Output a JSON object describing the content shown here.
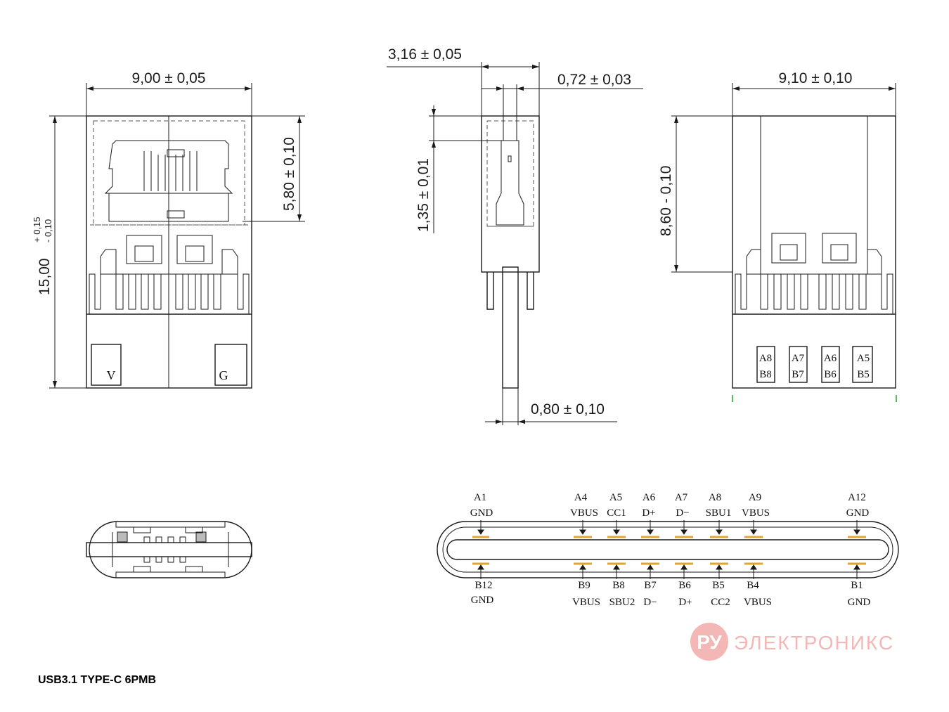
{
  "front_view": {
    "width_dim": "9,00 ± 0,05",
    "height_dim": "15,00",
    "height_tol_plus": "+ 0,15",
    "height_tol_minus": "- 0,10",
    "inner_dim": "5,80 ± 0,10",
    "pad_v": "V",
    "pad_g": "G"
  },
  "side_view": {
    "thickness_dim": "3,16 ± 0,05",
    "pin_dim": "0,72 ± 0,03",
    "offset_dim": "1,35 ± 0,01",
    "lead_dim": "0,80 ± 0,10"
  },
  "rear_view": {
    "width_dim": "9,10 ± 0,10",
    "height_dim": "8,60 - 0,10",
    "pads": [
      {
        "top": "A8",
        "bottom": "B8"
      },
      {
        "top": "A7",
        "bottom": "B7"
      },
      {
        "top": "A6",
        "bottom": "B6"
      },
      {
        "top": "A5",
        "bottom": "B5"
      }
    ]
  },
  "pinout": {
    "top_row": [
      {
        "pin": "A1",
        "signal": "GND"
      },
      {
        "pin": "A4",
        "signal": "VBUS"
      },
      {
        "pin": "A5",
        "signal": "CC1"
      },
      {
        "pin": "A6",
        "signal": "D+"
      },
      {
        "pin": "A7",
        "signal": "D−"
      },
      {
        "pin": "A8",
        "signal": "SBU1"
      },
      {
        "pin": "A9",
        "signal": "VBUS"
      },
      {
        "pin": "A12",
        "signal": "GND"
      }
    ],
    "bottom_row": [
      {
        "pin": "B12",
        "signal": "GND"
      },
      {
        "pin": "B9",
        "signal": "VBUS"
      },
      {
        "pin": "B8",
        "signal": "SBU2"
      },
      {
        "pin": "B7",
        "signal": "D−"
      },
      {
        "pin": "B6",
        "signal": "D+"
      },
      {
        "pin": "B5",
        "signal": "CC2"
      },
      {
        "pin": "B4",
        "signal": "VBUS"
      },
      {
        "pin": "B1",
        "signal": "GND"
      }
    ],
    "contact_color": "#e0a630"
  },
  "watermark": {
    "badge": "РУ",
    "text": "ЭЛЕКТРОНИКС",
    "color": "#f2b0ad"
  },
  "caption": "USB3.1 TYPE-C 6PMB"
}
